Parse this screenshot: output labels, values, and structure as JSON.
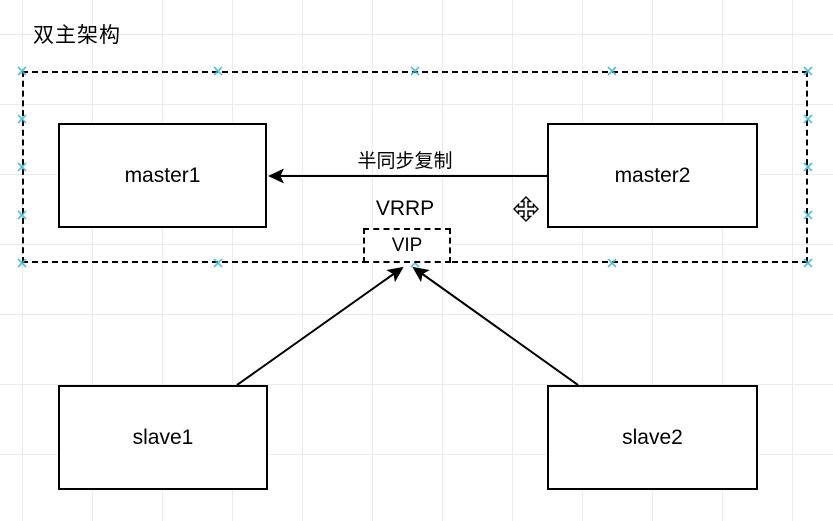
{
  "title": "双主架构",
  "nodes": {
    "master1": {
      "label": "master1"
    },
    "master2": {
      "label": "master2"
    },
    "slave1": {
      "label": "slave1"
    },
    "slave2": {
      "label": "slave2"
    },
    "vip": {
      "label": "VIP"
    }
  },
  "edge_labels": {
    "replication": "半同步复制",
    "vrrp": "VRRP"
  },
  "icons": {
    "move_cursor": "move-cursor-icon",
    "connection_point": "connection-point-icon"
  },
  "colors": {
    "stroke": "#000000",
    "node_fill": "#ffffff",
    "grid_line": "#ececec",
    "connection_point": "#45b8d8"
  }
}
